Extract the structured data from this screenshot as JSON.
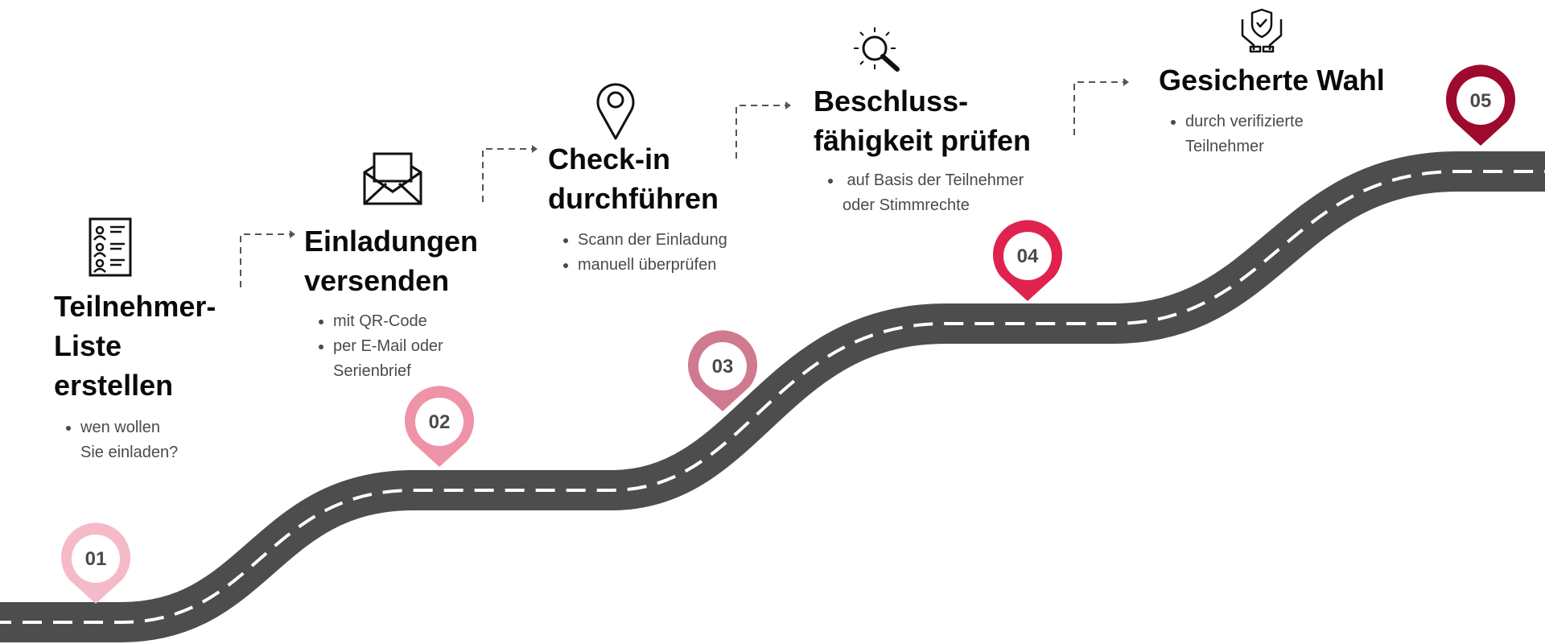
{
  "colors": {
    "road": "#4d4d4d",
    "lane": "#ffffff",
    "text": "#4a4a4a",
    "title": "#0a0a0a"
  },
  "steps": [
    {
      "number": "01",
      "pin_color": "#f5bac8",
      "icon": "participant-list-icon",
      "title": [
        "Teilnehmer-",
        "Liste",
        "erstellen"
      ],
      "bullets": [
        [
          "wen wollen",
          "Sie einladen?"
        ]
      ]
    },
    {
      "number": "02",
      "pin_color": "#ef93a8",
      "icon": "envelope-icon",
      "title": [
        "Einladungen",
        "versenden"
      ],
      "bullets": [
        [
          "mit QR-Code"
        ],
        [
          "per E-Mail oder",
          "Serienbrief"
        ]
      ]
    },
    {
      "number": "03",
      "pin_color": "#cf7a8e",
      "icon": "location-pin-icon",
      "title": [
        "Check-in",
        "durchführen"
      ],
      "bullets": [
        [
          "Scann der Einladung"
        ],
        [
          "manuell überprüfen"
        ]
      ]
    },
    {
      "number": "04",
      "pin_color": "#e0224f",
      "icon": "magnifier-icon",
      "title": [
        "Beschluss-",
        "fähigkeit prüfen"
      ],
      "bullets": [
        [
          " auf Basis der Teilnehmer",
          "oder Stimmrechte"
        ]
      ]
    },
    {
      "number": "05",
      "pin_color": "#9e0a2e",
      "icon": "secure-hands-shield-icon",
      "title": [
        "Gesicherte Wahl"
      ],
      "bullets": [
        [
          "durch verifizierte",
          "Teilnehmer"
        ]
      ]
    }
  ]
}
